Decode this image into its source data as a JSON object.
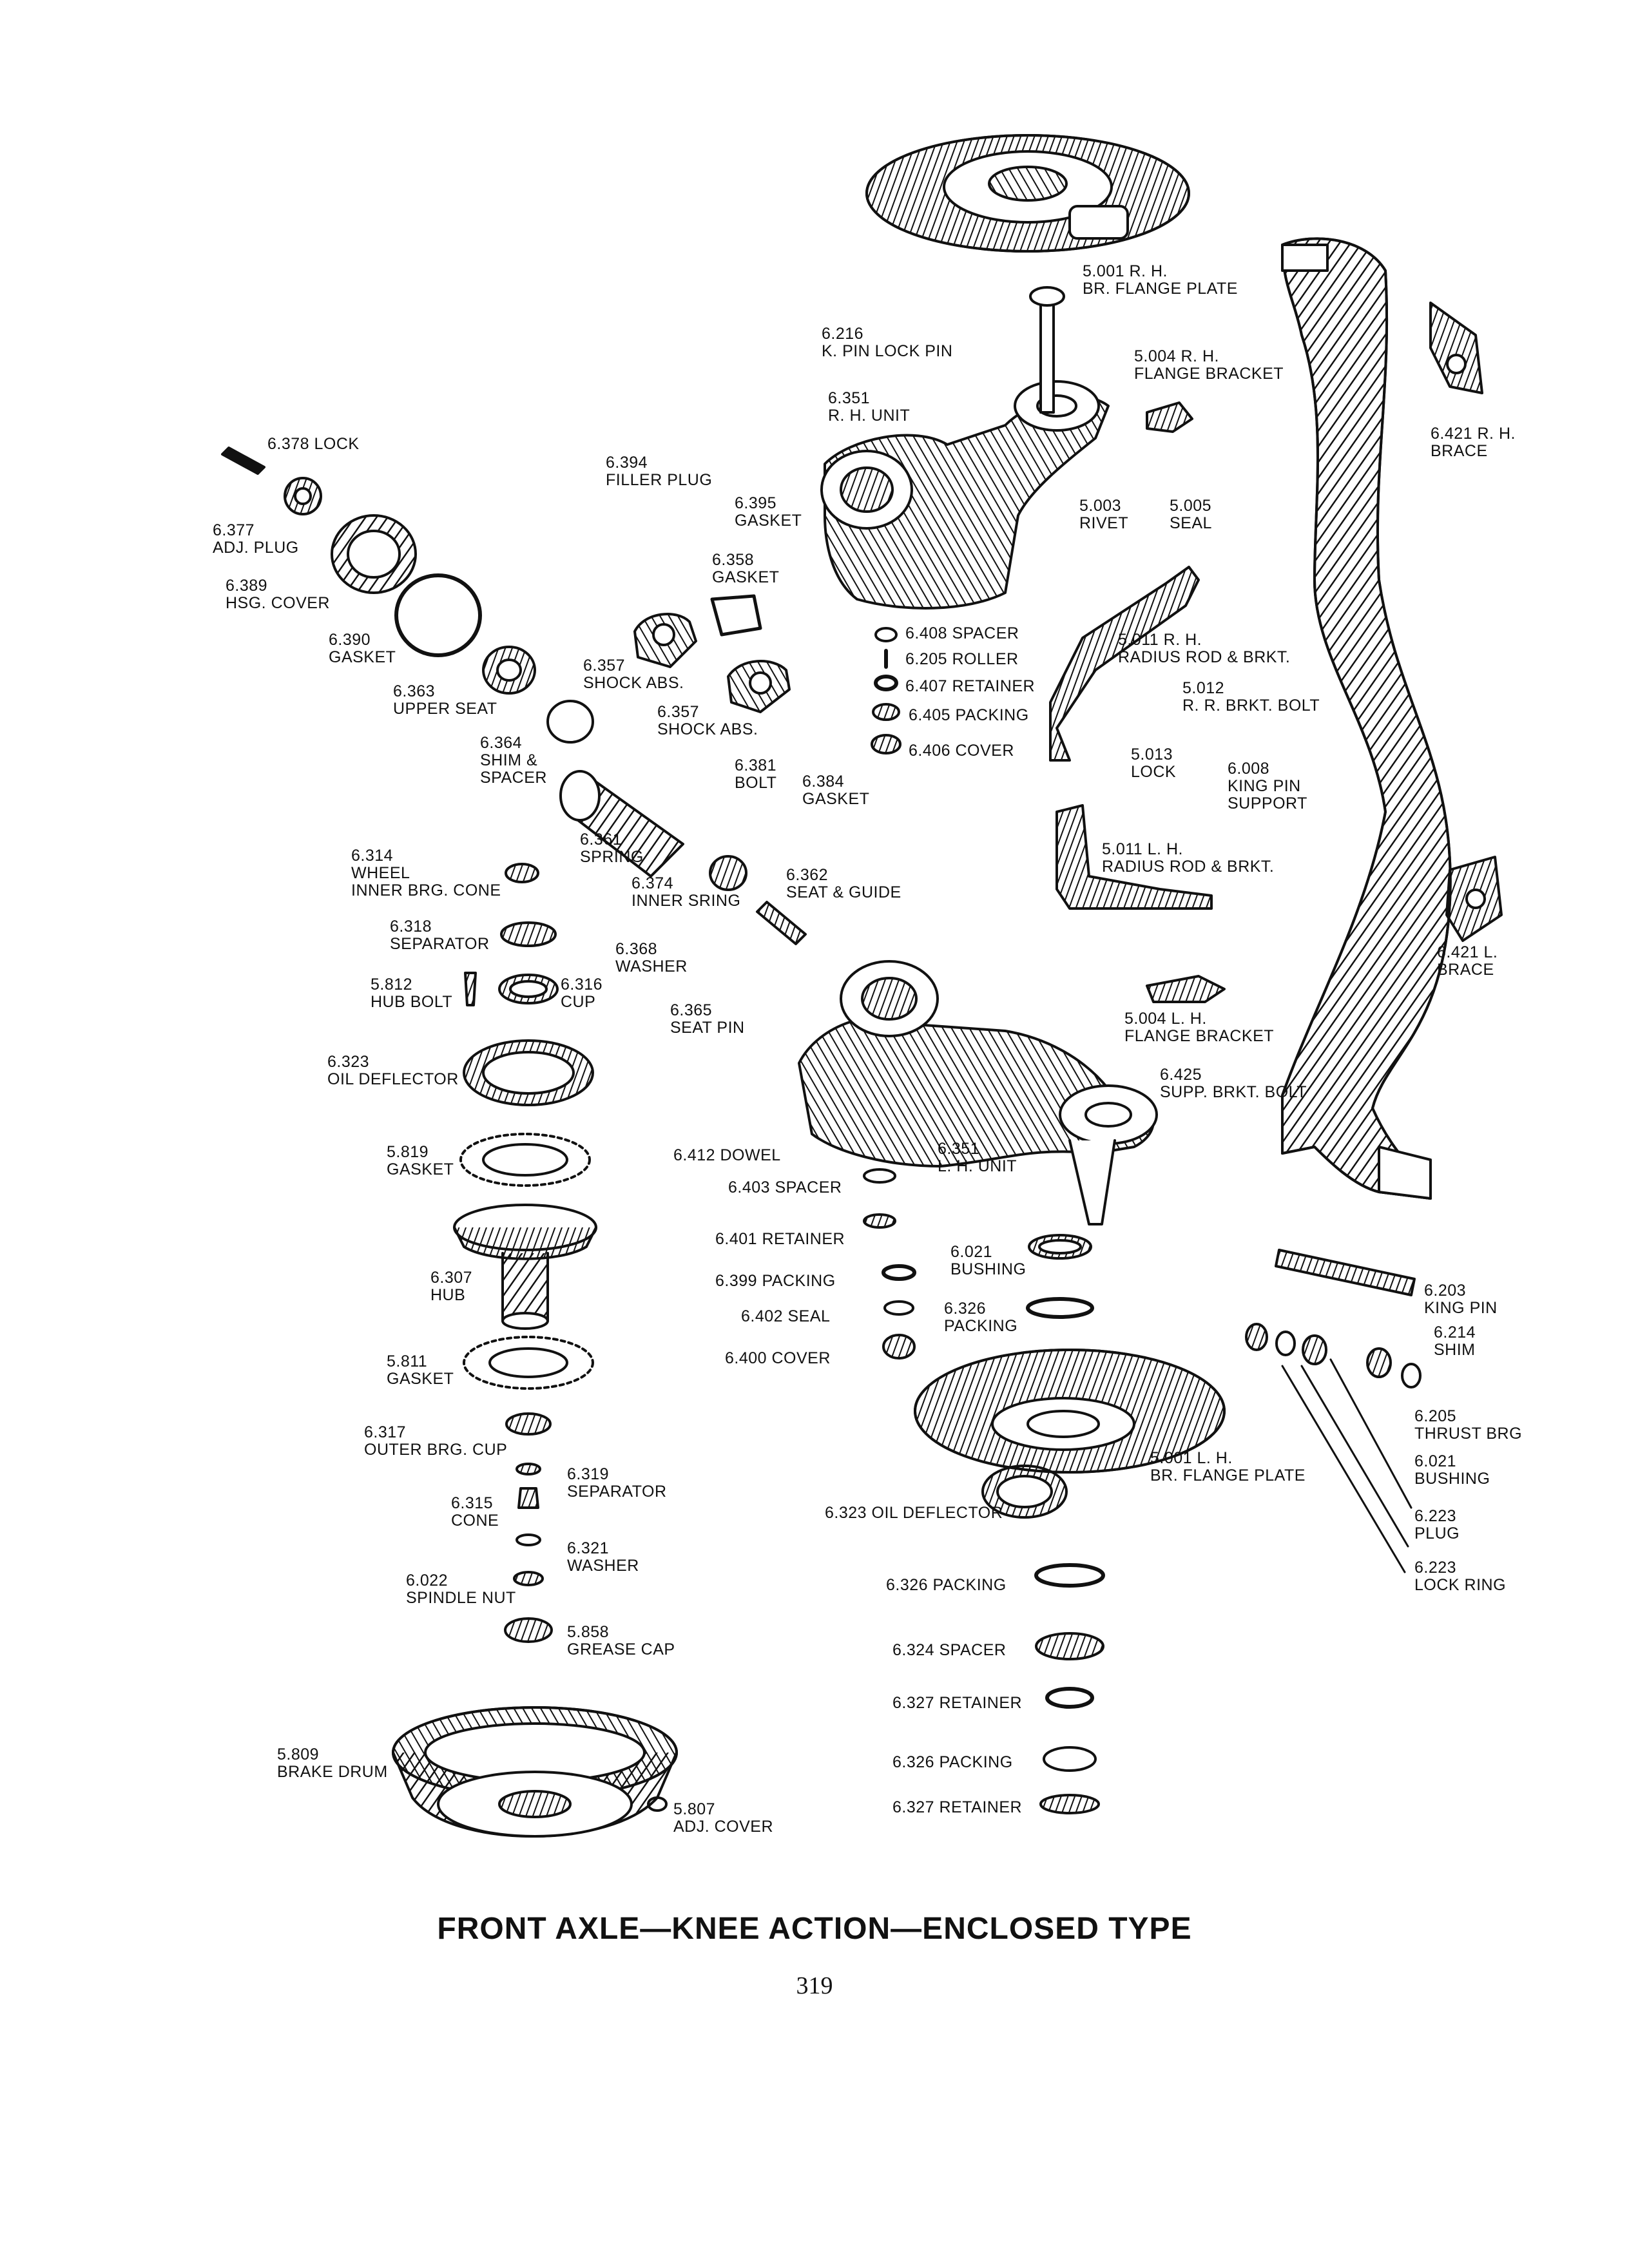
{
  "caption": "FRONT AXLE—KNEE ACTION—ENCLOSED TYPE",
  "page_number": "319",
  "labels": [
    {
      "id": "br-flange-plate-rh",
      "num": "5.001 R. H.",
      "text": "BR. FLANGE PLATE"
    },
    {
      "id": "k-pin-lock-pin",
      "num": "6.216",
      "text": "K. PIN LOCK PIN"
    },
    {
      "id": "flange-bracket-rh",
      "num": "5.004 R. H.",
      "text": "FLANGE BRACKET"
    },
    {
      "id": "rh-unit",
      "num": "6.351",
      "text": "R. H. UNIT"
    },
    {
      "id": "lock-6378",
      "num": "",
      "text": "6.378 LOCK"
    },
    {
      "id": "filler-plug",
      "num": "6.394",
      "text": "FILLER PLUG"
    },
    {
      "id": "gasket-6395",
      "num": "6.395",
      "text": "GASKET"
    },
    {
      "id": "rivet",
      "num": "5.003",
      "text": "RIVET"
    },
    {
      "id": "seal-5005",
      "num": "5.005",
      "text": "SEAL"
    },
    {
      "id": "brace-rh",
      "num": "6.421 R. H.",
      "text": "BRACE"
    },
    {
      "id": "adj-plug",
      "num": "6.377",
      "text": "ADJ. PLUG"
    },
    {
      "id": "hsg-cover",
      "num": "6.389",
      "text": "HSG. COVER"
    },
    {
      "id": "gasket-6358",
      "num": "6.358",
      "text": "GASKET"
    },
    {
      "id": "gasket-6390",
      "num": "6.390",
      "text": "GASKET"
    },
    {
      "id": "spacer-6408",
      "num": "",
      "text": "6.408 SPACER"
    },
    {
      "id": "roller-6205",
      "num": "",
      "text": "6.205 ROLLER"
    },
    {
      "id": "retainer-6407",
      "num": "",
      "text": "6.407 RETAINER"
    },
    {
      "id": "packing-6405",
      "num": "",
      "text": "6.405 PACKING"
    },
    {
      "id": "cover-6406",
      "num": "",
      "text": "6.406 COVER"
    },
    {
      "id": "radius-rod-rh",
      "num": "5.011 R. H.",
      "text": "RADIUS ROD & BRKT."
    },
    {
      "id": "rr-brkt-bolt",
      "num": "5.012",
      "text": "R. R. BRKT. BOLT"
    },
    {
      "id": "shock-abs-1",
      "num": "6.357",
      "text": "SHOCK ABS."
    },
    {
      "id": "shock-abs-2",
      "num": "6.357",
      "text": "SHOCK ABS."
    },
    {
      "id": "upper-seat",
      "num": "6.363",
      "text": "UPPER SEAT"
    },
    {
      "id": "shim-spacer",
      "num": "6.364",
      "text": "SHIM &|SPACER"
    },
    {
      "id": "bolt-6381",
      "num": "6.381",
      "text": "BOLT"
    },
    {
      "id": "gasket-6384",
      "num": "6.384",
      "text": "GASKET"
    },
    {
      "id": "lock-5013",
      "num": "5.013",
      "text": "LOCK"
    },
    {
      "id": "king-pin-support",
      "num": "6.008",
      "text": "KING PIN|SUPPORT"
    },
    {
      "id": "spring-6361",
      "num": "6.361",
      "text": "SPRING"
    },
    {
      "id": "wheel-inner-cone",
      "num": "6.314",
      "text": "WHEEL|INNER BRG. CONE"
    },
    {
      "id": "inner-spring",
      "num": "6.374",
      "text": "INNER SRING"
    },
    {
      "id": "seat-guide",
      "num": "6.362",
      "text": "SEAT & GUIDE"
    },
    {
      "id": "radius-rod-lh",
      "num": "5.011 L. H.",
      "text": "RADIUS ROD & BRKT."
    },
    {
      "id": "separator-6318",
      "num": "6.318",
      "text": "SEPARATOR"
    },
    {
      "id": "washer-6368",
      "num": "6.368",
      "text": "WASHER"
    },
    {
      "id": "brace-lh",
      "num": "6.421 L.",
      "text": "BRACE"
    },
    {
      "id": "hub-bolt",
      "num": "5.812",
      "text": "HUB BOLT"
    },
    {
      "id": "cup-6316",
      "num": "6.316",
      "text": "CUP"
    },
    {
      "id": "seat-pin",
      "num": "6.365",
      "text": "SEAT PIN"
    },
    {
      "id": "flange-bracket-lh",
      "num": "5.004 L. H.",
      "text": "FLANGE BRACKET"
    },
    {
      "id": "oil-deflector-6323",
      "num": "6.323",
      "text": "OIL DEFLECTOR"
    },
    {
      "id": "supp-brkt-bolt",
      "num": "6.425",
      "text": "SUPP. BRKT. BOLT"
    },
    {
      "id": "gasket-5819",
      "num": "5.819",
      "text": "GASKET"
    },
    {
      "id": "dowel",
      "num": "",
      "text": "6.412 DOWEL"
    },
    {
      "id": "lh-unit",
      "num": "6.351",
      "text": "L. H. UNIT"
    },
    {
      "id": "spacer-6403",
      "num": "",
      "text": "6.403 SPACER"
    },
    {
      "id": "retainer-6401",
      "num": "",
      "text": "6.401 RETAINER"
    },
    {
      "id": "bushing-6021",
      "num": "6.021",
      "text": "BUSHING"
    },
    {
      "id": "packing-6399",
      "num": "",
      "text": "6.399 PACKING"
    },
    {
      "id": "seal-6402",
      "num": "",
      "text": "6.402 SEAL"
    },
    {
      "id": "packing-6326a",
      "num": "6.326",
      "text": "PACKING"
    },
    {
      "id": "hub",
      "num": "6.307",
      "text": "HUB"
    },
    {
      "id": "cover-6400",
      "num": "",
      "text": "6.400 COVER"
    },
    {
      "id": "king-pin",
      "num": "6.203",
      "text": "KING PIN"
    },
    {
      "id": "shim-6214",
      "num": "6.214",
      "text": "SHIM"
    },
    {
      "id": "gasket-5811",
      "num": "5.811",
      "text": "GASKET"
    },
    {
      "id": "thrust-brg",
      "num": "6.205",
      "text": "THRUST BRG"
    },
    {
      "id": "outer-brg-cup",
      "num": "6.317",
      "text": "OUTER BRG. CUP"
    },
    {
      "id": "br-flange-plate-lh",
      "num": "5.001 L. H.",
      "text": "BR. FLANGE PLATE"
    },
    {
      "id": "bushing-6021b",
      "num": "6.021",
      "text": "BUSHING"
    },
    {
      "id": "separator-6319",
      "num": "6.319",
      "text": "SEPARATOR"
    },
    {
      "id": "cone-6315",
      "num": "6.315",
      "text": "CONE"
    },
    {
      "id": "oil-deflector-b",
      "num": "",
      "text": "6.323 OIL DEFLECTOR"
    },
    {
      "id": "plug-6223",
      "num": "6.223",
      "text": "PLUG"
    },
    {
      "id": "washer-6321",
      "num": "6.321",
      "text": "WASHER"
    },
    {
      "id": "spindle-nut",
      "num": "6.022",
      "text": "SPINDLE NUT"
    },
    {
      "id": "lock-ring",
      "num": "6.223",
      "text": "LOCK RING"
    },
    {
      "id": "packing-6326b",
      "num": "",
      "text": "6.326 PACKING"
    },
    {
      "id": "grease-cap",
      "num": "5.858",
      "text": "GREASE CAP"
    },
    {
      "id": "spacer-6324",
      "num": "",
      "text": "6.324 SPACER"
    },
    {
      "id": "retainer-6327a",
      "num": "",
      "text": "6.327 RETAINER"
    },
    {
      "id": "brake-drum",
      "num": "5.809",
      "text": "BRAKE DRUM"
    },
    {
      "id": "packing-6326c",
      "num": "",
      "text": "6.326 PACKING"
    },
    {
      "id": "adj-cover",
      "num": "5.807",
      "text": "ADJ. COVER"
    },
    {
      "id": "retainer-6327b",
      "num": "",
      "text": "6.327 RETAINER"
    }
  ]
}
